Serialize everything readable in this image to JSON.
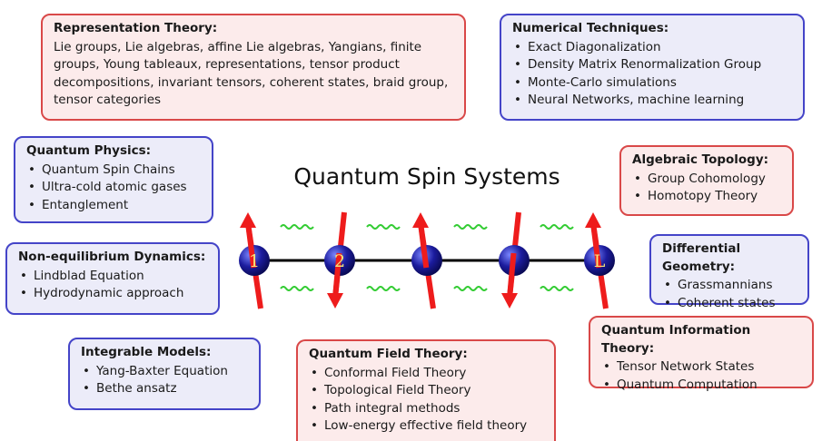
{
  "title": "Quantum Spin Systems",
  "boxes": {
    "representation_theory": {
      "title": "Representation Theory:",
      "text": "Lie groups, Lie algebras, affine Lie algebras, Yangians, finite groups, Young tableaux, representations, tensor product decompositions, invariant tensors, coherent states, braid group, tensor categories"
    },
    "numerical_techniques": {
      "title": "Numerical Techniques:",
      "items": [
        "Exact Diagonalization",
        "Density Matrix Renormalization Group",
        "Monte-Carlo simulations",
        "Neural Networks, machine learning"
      ]
    },
    "quantum_physics": {
      "title": "Quantum Physics:",
      "items": [
        "Quantum Spin Chains",
        "Ultra-cold atomic gases",
        "Entanglement"
      ]
    },
    "algebraic_topology": {
      "title": "Algebraic Topology:",
      "items": [
        "Group Cohomology",
        "Homotopy Theory"
      ]
    },
    "non_equilibrium": {
      "title": "Non-equilibrium Dynamics:",
      "items": [
        "Lindblad Equation",
        "Hydrodynamic approach"
      ]
    },
    "differential_geometry": {
      "title": "Differential Geometry:",
      "items": [
        "Grassmannians",
        "Coherent states"
      ]
    },
    "quantum_information": {
      "title": "Quantum Information Theory:",
      "items": [
        "Tensor Network States",
        "Quantum Computation"
      ]
    },
    "integrable_models": {
      "title": "Integrable Models:",
      "items": [
        "Yang-Baxter Equation",
        "Bethe ansatz"
      ]
    },
    "quantum_field_theory": {
      "title": "Quantum Field Theory:",
      "items": [
        "Conformal Field Theory",
        "Topological Field Theory",
        "Path integral methods",
        "Low-energy effective field theory"
      ]
    }
  },
  "chain": {
    "site_labels": [
      "1",
      "2",
      "",
      "",
      "L"
    ],
    "spin_directions": [
      "up",
      "down",
      "up",
      "down",
      "up"
    ],
    "colors": {
      "sphere": "#1c1c9e",
      "sphere_highlight": "#7a86ff",
      "arrow": "#ee1c1c",
      "bond": "#000000",
      "wave": "#33cc33",
      "label": "#f5e37a"
    }
  }
}
